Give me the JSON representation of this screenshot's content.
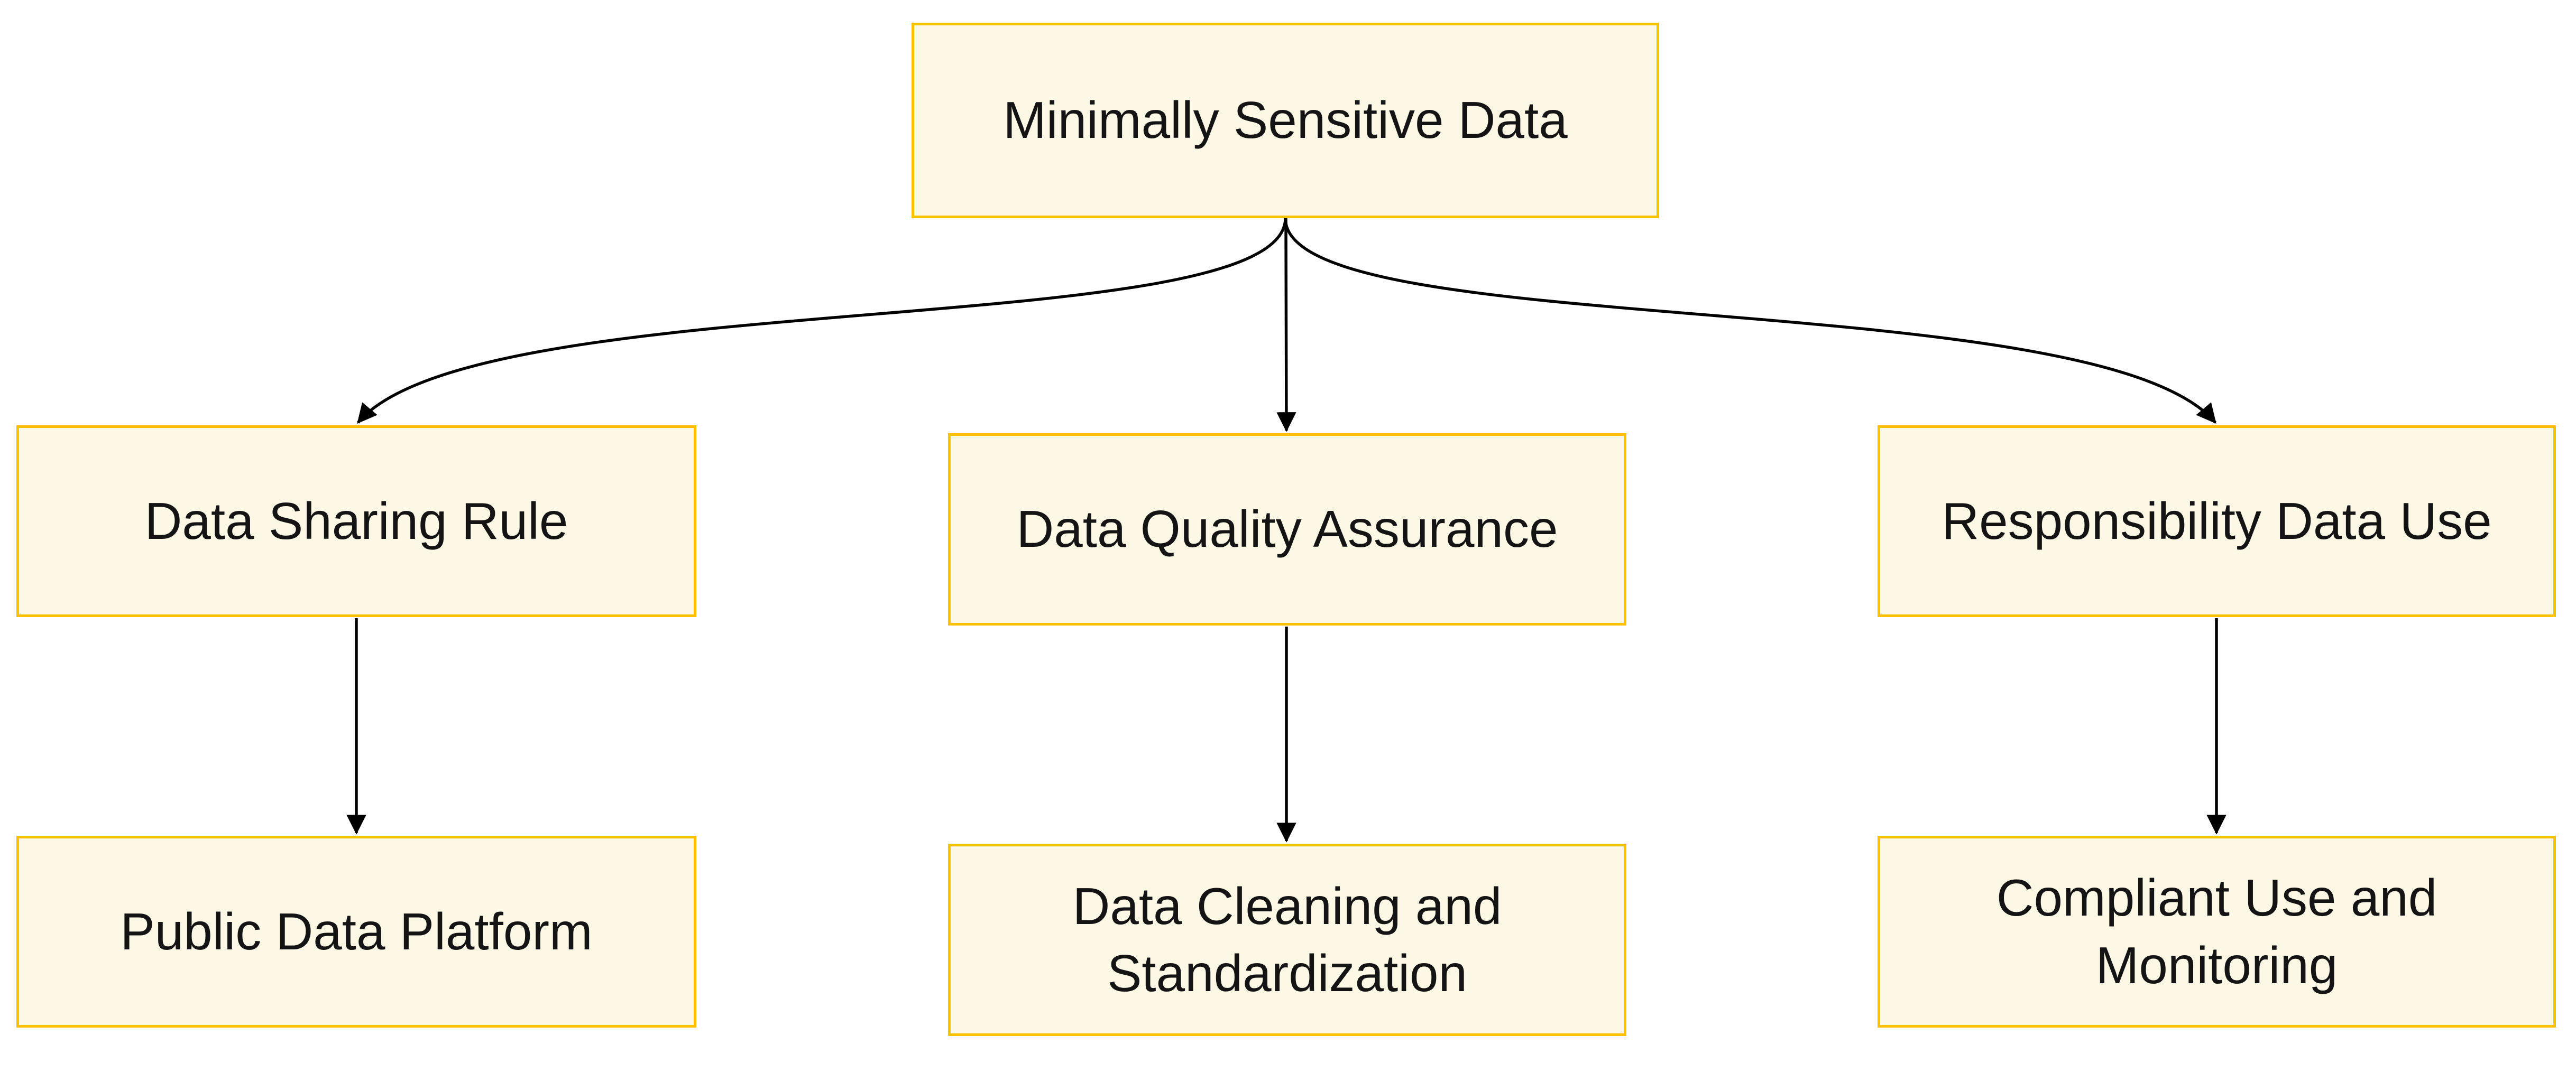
{
  "colors": {
    "box_fill": "#FDF8E6",
    "box_border": "#FFC000",
    "text": "#141414",
    "arrow": "#000000",
    "background": "#FFFFFF"
  },
  "nodes": {
    "root": {
      "label": "Minimally Sensitive Data"
    },
    "sharing": {
      "label": "Data Sharing Rule"
    },
    "quality": {
      "label": "Data Quality Assurance"
    },
    "responsibility": {
      "label": "Responsibility Data Use"
    },
    "platform": {
      "label": "Public Data Platform"
    },
    "cleaning": {
      "label": "Data Cleaning and Standardization"
    },
    "monitoring": {
      "label": "Compliant Use and Monitoring"
    }
  },
  "edges": [
    {
      "from": "Minimally Sensitive Data",
      "to": "Data Sharing Rule"
    },
    {
      "from": "Minimally Sensitive Data",
      "to": "Data Quality Assurance"
    },
    {
      "from": "Minimally Sensitive Data",
      "to": "Responsibility Data Use"
    },
    {
      "from": "Data Sharing Rule",
      "to": "Public Data Platform"
    },
    {
      "from": "Data Quality Assurance",
      "to": "Data Cleaning and Standardization"
    },
    {
      "from": "Responsibility Data Use",
      "to": "Compliant Use and Monitoring"
    }
  ]
}
